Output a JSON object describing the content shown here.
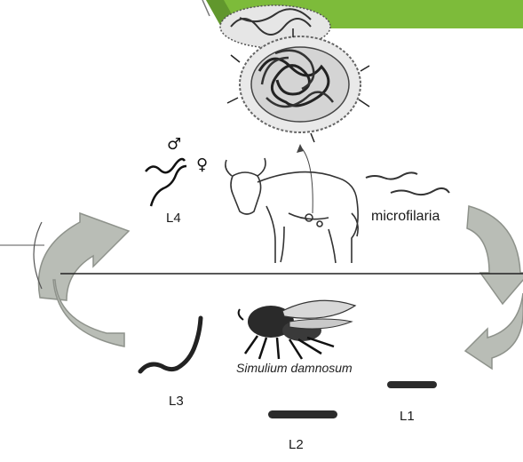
{
  "diagram": {
    "labels": {
      "l1": "L1",
      "l2": "L2",
      "l3": "L3",
      "l4": "L4",
      "microfilaria": "microfilaria",
      "vector_species": "Simulium damnosum",
      "male_symbol": "♂",
      "female_symbol": "♀"
    },
    "colors": {
      "banner_green": "#7dbb3a",
      "banner_dark": "#4f7f25",
      "arrow_fill": "#b9bdb6",
      "arrow_stroke": "#8e928b",
      "line": "#222222"
    },
    "icons": {
      "nodule": "worm-nodule-icon",
      "host": "cow-host-icon",
      "vector": "blackfly-icon"
    }
  }
}
